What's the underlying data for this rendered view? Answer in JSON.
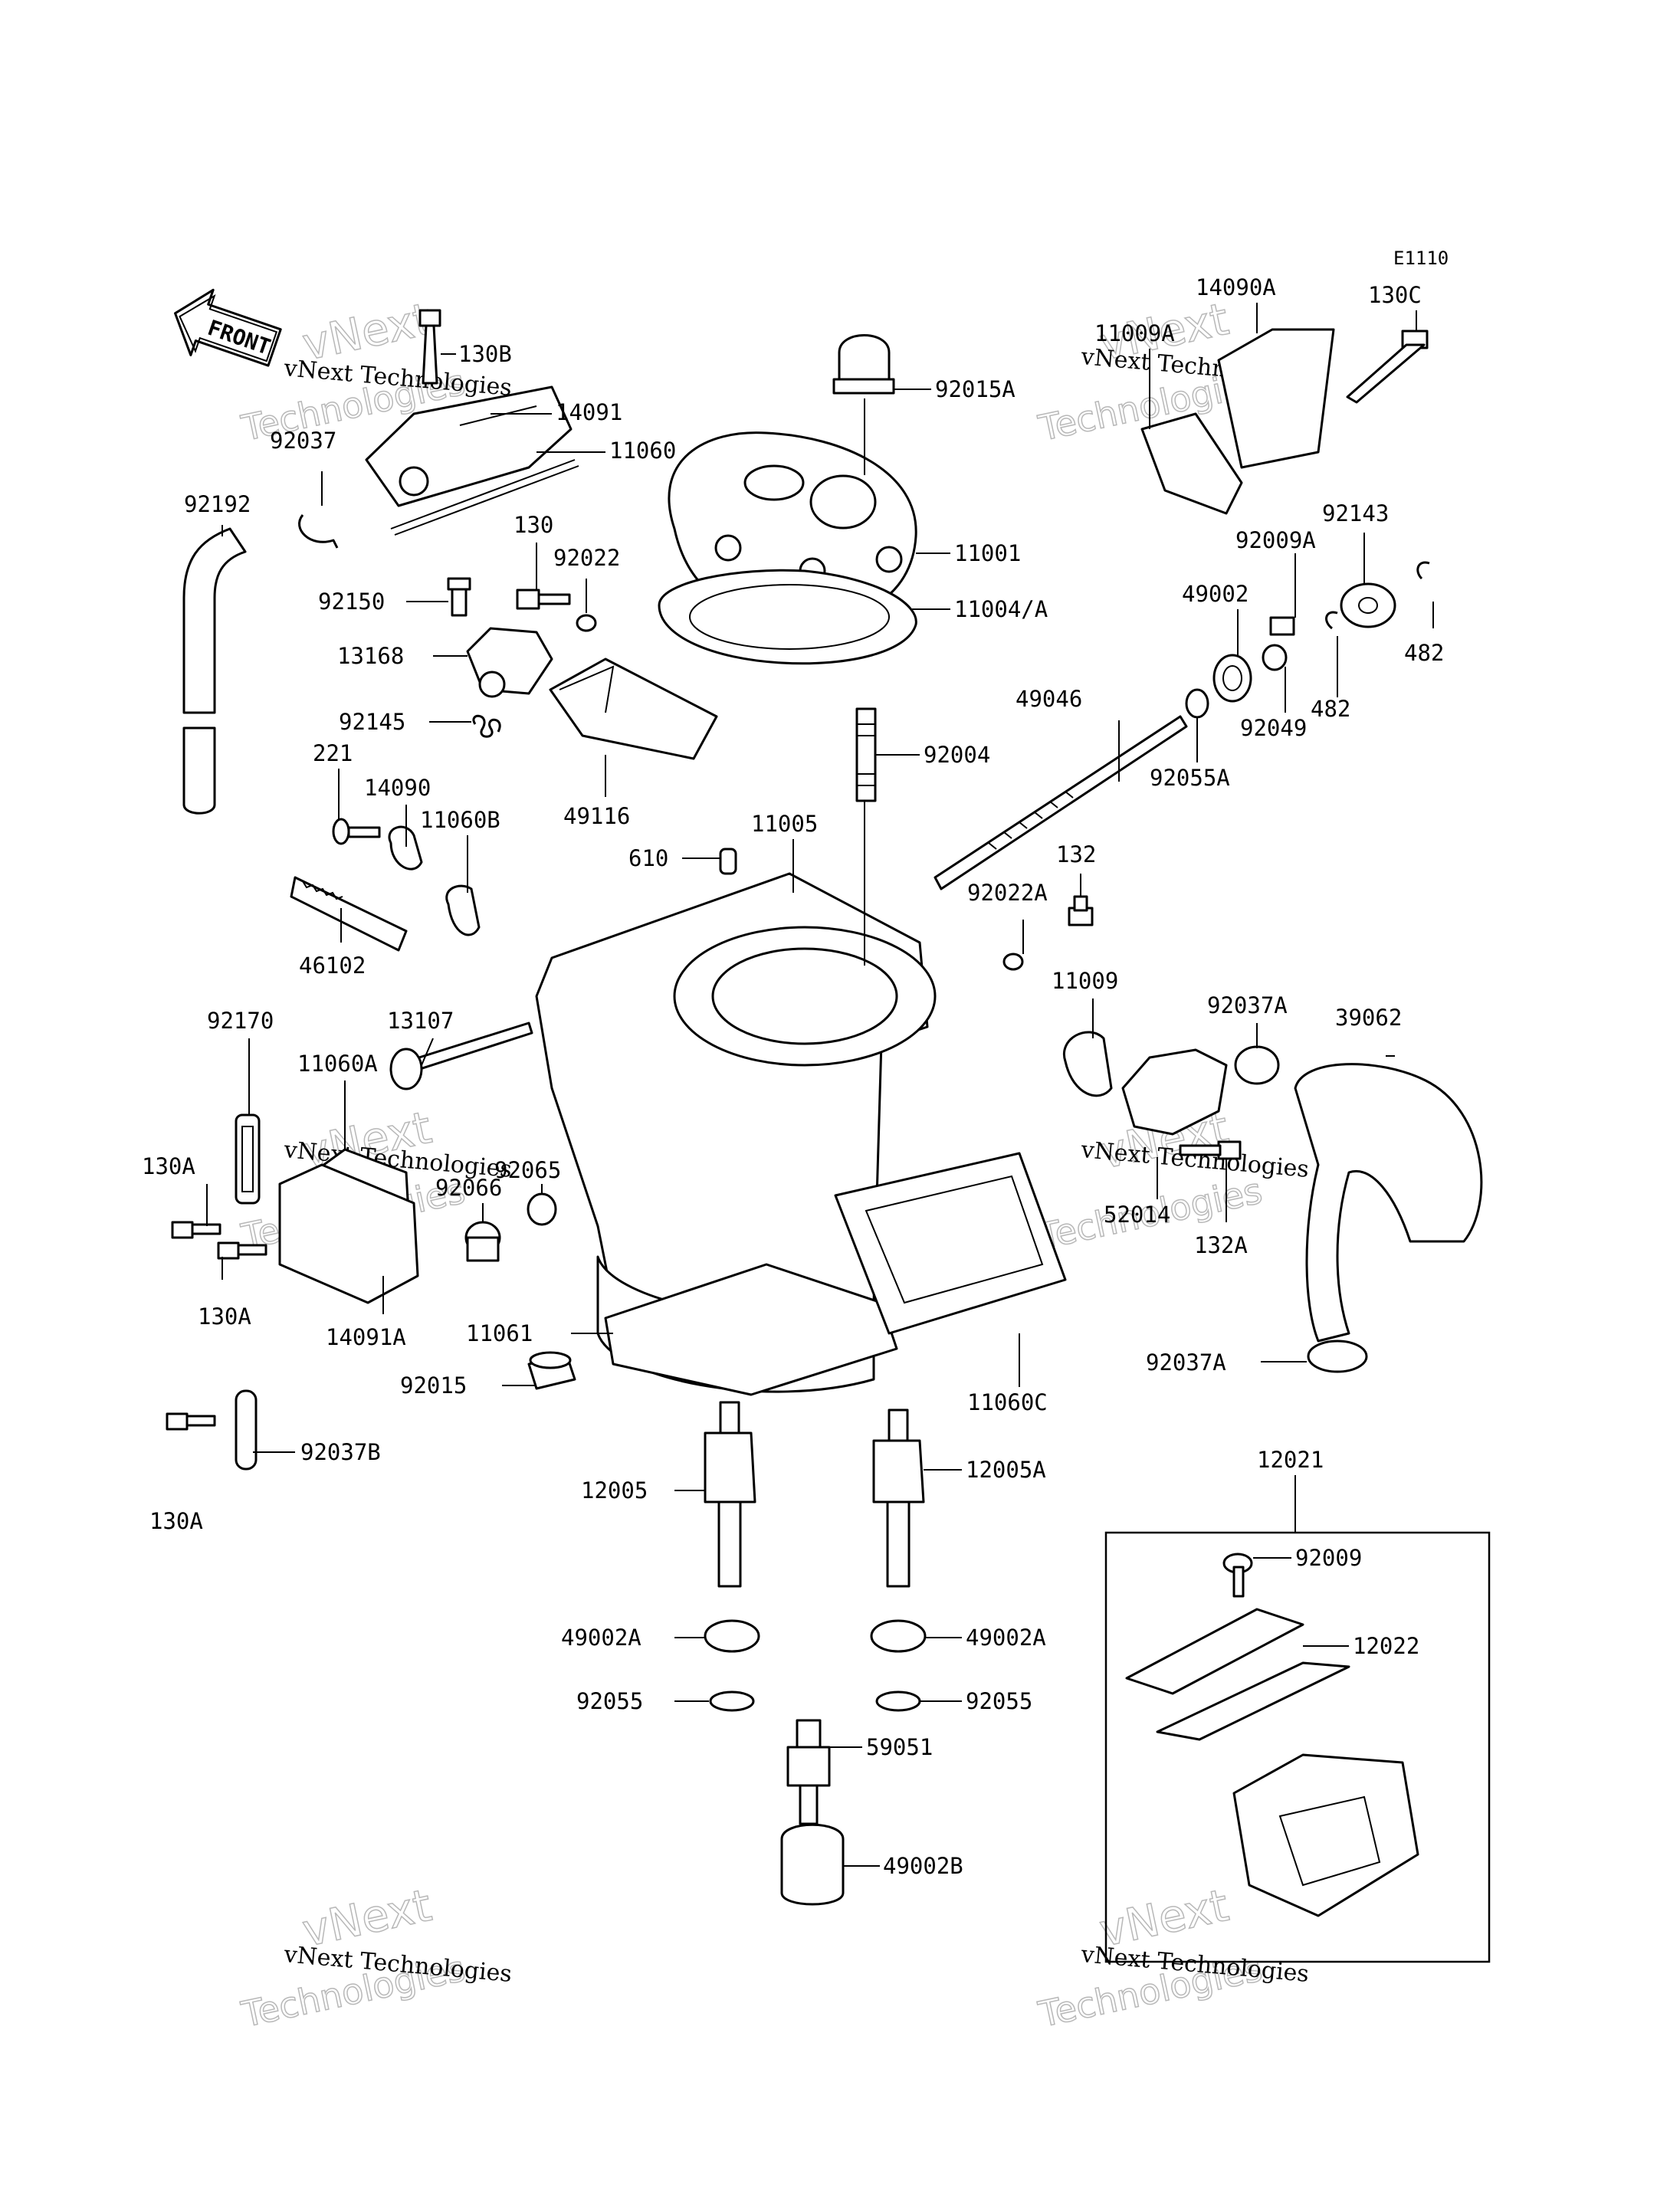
{
  "diagram_code": "E1110",
  "front_label": "FRONT",
  "watermark": {
    "company": "vNext Technologies",
    "line1": "vNext",
    "line2": "Technologies"
  },
  "labels": [
    {
      "id": "130B",
      "text": "130B"
    },
    {
      "id": "14091",
      "text": "14091"
    },
    {
      "id": "11060",
      "text": "11060"
    },
    {
      "id": "92037",
      "text": "92037"
    },
    {
      "id": "92192",
      "text": "92192"
    },
    {
      "id": "92015A",
      "text": "92015A"
    },
    {
      "id": "11001",
      "text": "11001"
    },
    {
      "id": "11004A",
      "text": "11004/A"
    },
    {
      "id": "130",
      "text": "130"
    },
    {
      "id": "92022",
      "text": "92022"
    },
    {
      "id": "92150",
      "text": "92150"
    },
    {
      "id": "13168",
      "text": "13168"
    },
    {
      "id": "92145",
      "text": "92145"
    },
    {
      "id": "49116",
      "text": "49116"
    },
    {
      "id": "221",
      "text": "221"
    },
    {
      "id": "14090",
      "text": "14090"
    },
    {
      "id": "11060B",
      "text": "11060B"
    },
    {
      "id": "46102",
      "text": "46102"
    },
    {
      "id": "92004",
      "text": "92004"
    },
    {
      "id": "610",
      "text": "610"
    },
    {
      "id": "11005",
      "text": "11005"
    },
    {
      "id": "14090A",
      "text": "14090A"
    },
    {
      "id": "11009A",
      "text": "11009A"
    },
    {
      "id": "130C",
      "text": "130C"
    },
    {
      "id": "92143",
      "text": "92143"
    },
    {
      "id": "92009A",
      "text": "92009A"
    },
    {
      "id": "49002",
      "text": "49002"
    },
    {
      "id": "482a",
      "text": "482"
    },
    {
      "id": "482b",
      "text": "482"
    },
    {
      "id": "92049",
      "text": "92049"
    },
    {
      "id": "49046",
      "text": "49046"
    },
    {
      "id": "92055A",
      "text": "92055A"
    },
    {
      "id": "132",
      "text": "132"
    },
    {
      "id": "92022A",
      "text": "92022A"
    },
    {
      "id": "11009",
      "text": "11009"
    },
    {
      "id": "92037A_1",
      "text": "92037A"
    },
    {
      "id": "39062",
      "text": "39062"
    },
    {
      "id": "92170",
      "text": "92170"
    },
    {
      "id": "11060A",
      "text": "11060A"
    },
    {
      "id": "13107",
      "text": "13107"
    },
    {
      "id": "130A_1",
      "text": "130A"
    },
    {
      "id": "130A_2",
      "text": "130A"
    },
    {
      "id": "14091A",
      "text": "14091A"
    },
    {
      "id": "92065",
      "text": "92065"
    },
    {
      "id": "92066",
      "text": "92066"
    },
    {
      "id": "52014",
      "text": "52014"
    },
    {
      "id": "132A",
      "text": "132A"
    },
    {
      "id": "11061",
      "text": "11061"
    },
    {
      "id": "92015",
      "text": "92015"
    },
    {
      "id": "11060C",
      "text": "11060C"
    },
    {
      "id": "92037A_2",
      "text": "92037A"
    },
    {
      "id": "130A_3",
      "text": "130A"
    },
    {
      "id": "92037B",
      "text": "92037B"
    },
    {
      "id": "12005",
      "text": "12005"
    },
    {
      "id": "12005A",
      "text": "12005A"
    },
    {
      "id": "12021",
      "text": "12021"
    },
    {
      "id": "92009",
      "text": "92009"
    },
    {
      "id": "12022",
      "text": "12022"
    },
    {
      "id": "49002A_1",
      "text": "49002A"
    },
    {
      "id": "49002A_2",
      "text": "49002A"
    },
    {
      "id": "92055_1",
      "text": "92055"
    },
    {
      "id": "92055_2",
      "text": "92055"
    },
    {
      "id": "59051",
      "text": "59051"
    },
    {
      "id": "49002B",
      "text": "49002B"
    }
  ]
}
